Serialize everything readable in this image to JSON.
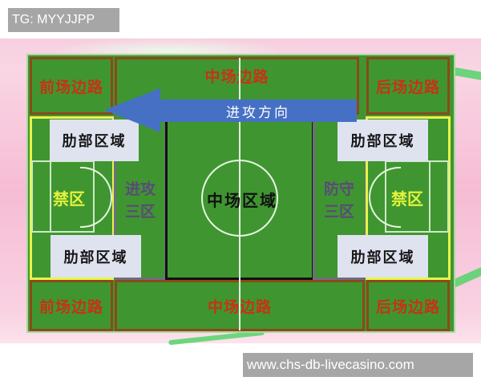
{
  "overlays": {
    "top_left_label": "TG: MYYJJPP",
    "bottom_right_label": "www.chs-db-livecasino.com"
  },
  "colors": {
    "pitch_green": "#3f9630",
    "zone_border_brown": "#8a4a1a",
    "zone_text_red": "#c83214",
    "penalty_box_yellow": "#e9f34a",
    "arrow_blue": "#4670c4",
    "wing_label_bg": "#dfe3ef",
    "third_text_purple": "#5a4a7a",
    "background_pink": "#f6bcd4"
  },
  "diagram": {
    "top_row": {
      "left": "前场边路",
      "middle": "中场边路",
      "right": "后场边路"
    },
    "bottom_row": {
      "left": "前场边路",
      "middle": "中场边路",
      "right": "后场边路"
    },
    "arrow": {
      "label": "进攻方向",
      "direction": "left"
    },
    "left_side": {
      "wing_top": "肋部区域",
      "penalty_area": "禁区",
      "wing_bottom": "肋部区域",
      "third_line1": "进攻",
      "third_line2": "三区"
    },
    "center": {
      "label": "中场区域"
    },
    "right_side": {
      "wing_top": "肋部区域",
      "penalty_area": "禁区",
      "wing_bottom": "肋部区域",
      "third_line1": "防守",
      "third_line2": "三区"
    }
  }
}
